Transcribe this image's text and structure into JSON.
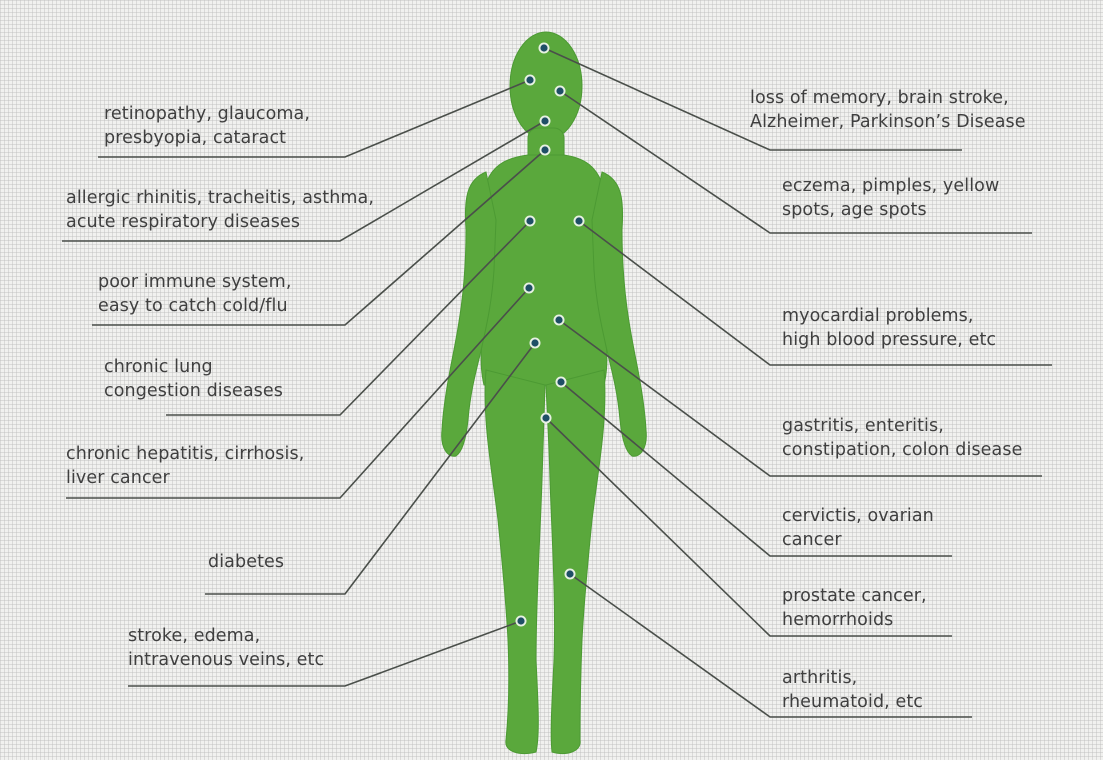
{
  "colors": {
    "body": "#5aa83c",
    "body_edge": "#4c9a33",
    "leader_line": "#4a4f4a",
    "dot_fill": "#1f4f66",
    "dot_ring": "#e7f1e2",
    "text": "#3f3f3f"
  },
  "labels": {
    "retinopathy": [
      "retinopathy, glaucoma,",
      "presbyopia, cataract"
    ],
    "allergic": [
      "allergic rhinitis, tracheitis, asthma,",
      "acute respiratory diseases"
    ],
    "immune": [
      "poor immune system,",
      "easy to catch cold/flu"
    ],
    "lung": [
      "chronic lung",
      "congestion diseases"
    ],
    "hepatitis": [
      "chronic hepatitis, cirrhosis,",
      "liver cancer"
    ],
    "diabetes": [
      "diabetes"
    ],
    "stroke_edema": [
      "stroke, edema,",
      "intravenous veins, etc"
    ],
    "memory": [
      "loss of memory, brain stroke,",
      "Alzheimer, Parkinson’s Disease"
    ],
    "eczema": [
      "eczema, pimples, yellow",
      "spots, age spots"
    ],
    "myocardial": [
      "myocardial problems,",
      "high blood pressure, etc"
    ],
    "gastritis": [
      "gastritis, enteritis,",
      "constipation, colon disease"
    ],
    "cervictis": [
      "cervictis, ovarian",
      "cancer"
    ],
    "prostate": [
      "prostate cancer,",
      "hemorrhoids"
    ],
    "arthritis": [
      "arthritis,",
      "rheumatoid, etc"
    ]
  }
}
